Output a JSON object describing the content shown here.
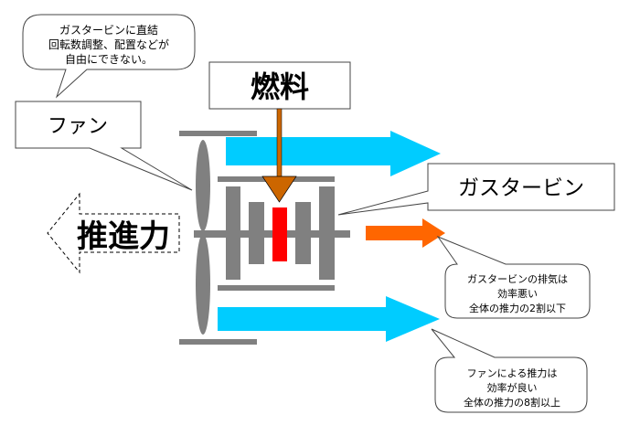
{
  "title": "ターボファンエンジンの推力構成",
  "labels": {
    "fan": "ファン",
    "fuel": "燃料",
    "gas_turbine": "ガスタービン",
    "thrust": "推進力"
  },
  "callouts": {
    "fan_coupling": [
      "ガスタービンに直結",
      "回転数調整、配置などが",
      "自由にできない。"
    ],
    "exhaust": [
      "ガスタービンの排気は",
      "効率悪い",
      "全体の推力の2割以下"
    ],
    "fan_thrust": [
      "ファンによる推力は",
      "効率が良い",
      "全体の推力の8割以上"
    ]
  },
  "colors": {
    "bypass_flow": "#00ccff",
    "exhaust_flow": "#ff6600",
    "fuel_arrow": "#cc6600",
    "combustor": "#ff0000",
    "engine_parts": "#808080"
  }
}
